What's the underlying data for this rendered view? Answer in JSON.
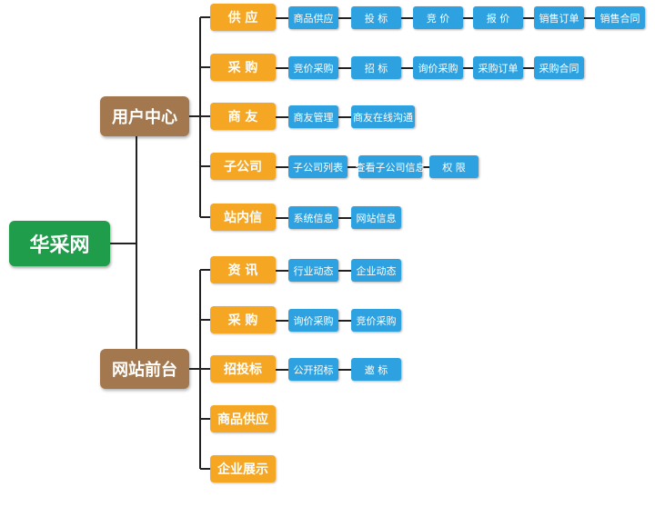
{
  "root": {
    "label": "华采网"
  },
  "branches": [
    {
      "label": "用户中心",
      "children": [
        {
          "label": "供  应",
          "items": [
            "商品供应",
            "投  标",
            "竞  价",
            "报  价",
            "销售订单",
            "销售合同"
          ]
        },
        {
          "label": "采  购",
          "items": [
            "竞价采购",
            "招  标",
            "询价采购",
            "采购订单",
            "采购合同"
          ]
        },
        {
          "label": "商  友",
          "items": [
            "商友管理",
            "商友在线沟通"
          ]
        },
        {
          "label": "子公司",
          "items": [
            "子公司列表",
            "查看子公司信息",
            "权  限"
          ]
        },
        {
          "label": "站内信",
          "items": [
            "系统信息",
            "网站信息"
          ]
        }
      ]
    },
    {
      "label": "网站前台",
      "children": [
        {
          "label": "资  讯",
          "items": [
            "行业动态",
            "企业动态"
          ]
        },
        {
          "label": "采  购",
          "items": [
            "询价采购",
            "竞价采购"
          ]
        },
        {
          "label": "招投标",
          "items": [
            "公开招标",
            "邀  标"
          ]
        },
        {
          "label": "商品供应",
          "items": []
        },
        {
          "label": "企业展示",
          "items": []
        }
      ]
    }
  ]
}
